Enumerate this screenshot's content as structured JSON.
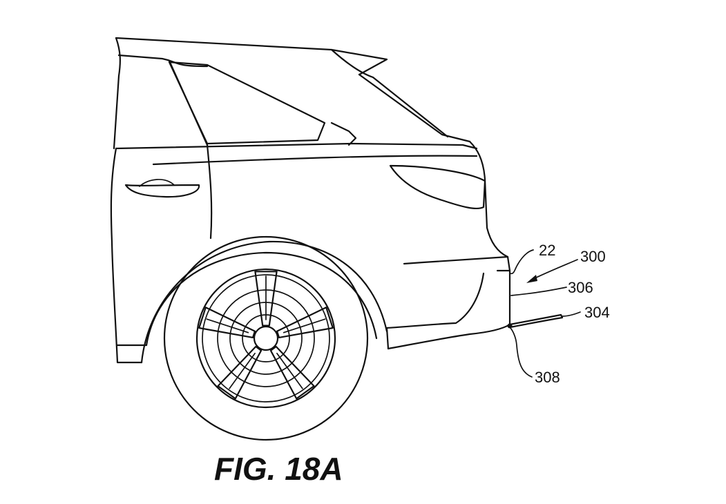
{
  "figure": {
    "caption": "FIG. 18A"
  },
  "reference_numerals": {
    "vehicle": "22",
    "assembly": "300",
    "member_306": "306",
    "member_304": "304",
    "member_308": "308"
  }
}
